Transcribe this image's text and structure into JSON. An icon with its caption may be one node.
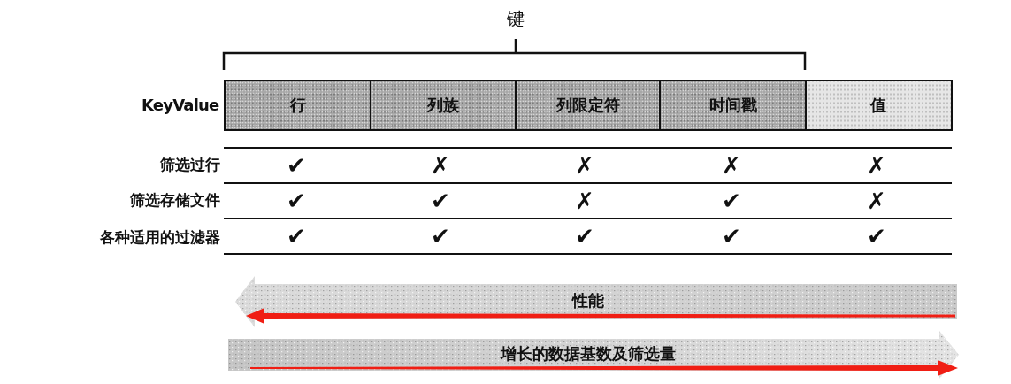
{
  "diagram": {
    "nodes": [
      {
        "text": [
          "行"
        ]
      },
      {
        "text": [
          "列族"
        ]
      },
      {
        "text": [
          "列限定符"
        ]
      },
      {
        "text": [
          "时间戳"
        ]
      },
      {
        "text": [
          "值"
        ]
      },
      {
        "text": [
          "性能"
        ]
      },
      {
        "text": [
          "增长的数据基数及筛选量"
        ]
      }
    ],
    "labels": [
      "键",
      "KeyValue",
      "筛选过行",
      "✔",
      "✗",
      "✗",
      "✗",
      "✗",
      "筛选存储文件",
      "✔",
      "✔",
      "✗",
      "✔",
      "✗",
      "各种适用的过滤器",
      "✔",
      "✔",
      "✔",
      "✔",
      "✔"
    ]
  }
}
